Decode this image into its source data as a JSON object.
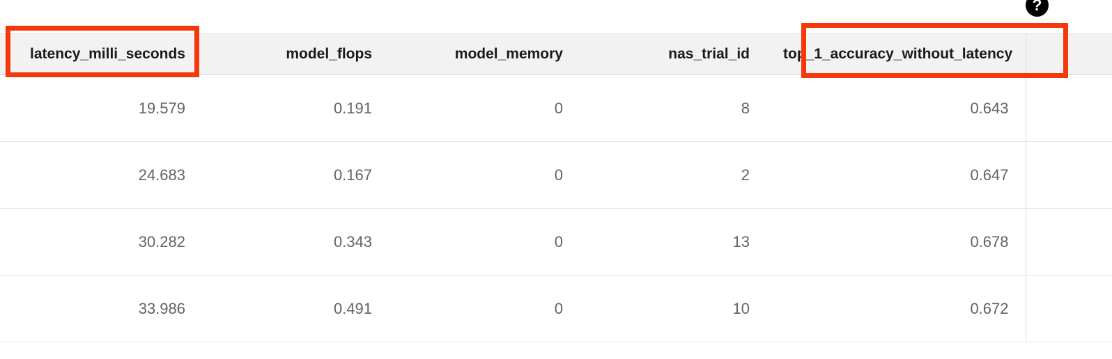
{
  "toolbar": {
    "help_icon_glyph": "?",
    "help_icon_name": "help-question-mark-icon"
  },
  "table": {
    "columns": [
      {
        "key": "latency_milli_seconds",
        "label": "latency_milli_seconds",
        "align": "right",
        "highlighted": true
      },
      {
        "key": "model_flops",
        "label": "model_flops",
        "align": "right",
        "highlighted": false
      },
      {
        "key": "model_memory",
        "label": "model_memory",
        "align": "right",
        "highlighted": false
      },
      {
        "key": "nas_trial_id",
        "label": "nas_trial_id",
        "align": "right",
        "highlighted": false
      },
      {
        "key": "top_1_accuracy_without_latency",
        "label": "top_1_accuracy_without_latency",
        "align": "right",
        "highlighted": true
      },
      {
        "key": "overflow_column",
        "label": "",
        "align": "right",
        "highlighted": false
      }
    ],
    "rows": [
      {
        "latency_milli_seconds": "19.579",
        "model_flops": "0.191",
        "model_memory": "0",
        "nas_trial_id": "8",
        "top_1_accuracy_without_latency": "0.643",
        "overflow_column": ""
      },
      {
        "latency_milli_seconds": "24.683",
        "model_flops": "0.167",
        "model_memory": "0",
        "nas_trial_id": "2",
        "top_1_accuracy_without_latency": "0.647",
        "overflow_column": ""
      },
      {
        "latency_milli_seconds": "30.282",
        "model_flops": "0.343",
        "model_memory": "0",
        "nas_trial_id": "13",
        "top_1_accuracy_without_latency": "0.678",
        "overflow_column": ""
      },
      {
        "latency_milli_seconds": "33.986",
        "model_flops": "0.491",
        "model_memory": "0",
        "nas_trial_id": "10",
        "top_1_accuracy_without_latency": "0.672",
        "overflow_column": ""
      }
    ]
  },
  "annotations": {
    "color": "#f5380c",
    "boxes": [
      {
        "target": "latency_milli_seconds-header"
      },
      {
        "target": "top_1_accuracy_without_latency-header"
      }
    ]
  },
  "colors": {
    "header_background": "#f2f2f2",
    "header_text": "#1a1a1a",
    "cell_text": "#5f6368",
    "row_divider": "#e4e4e4",
    "column_divider": "#dcdcdc",
    "page_background": "#ffffff",
    "highlight": "#f5380c"
  }
}
